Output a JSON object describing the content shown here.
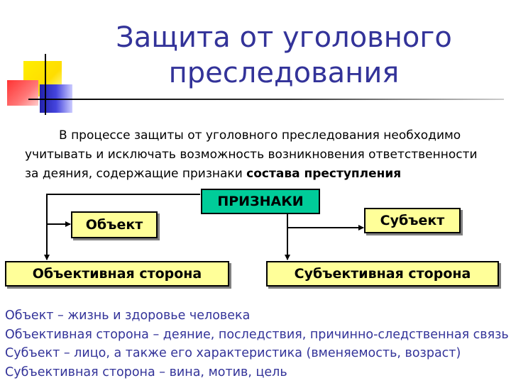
{
  "title_line1": "Защита от уголовного",
  "title_line2": "преследования",
  "paragraph": {
    "text": "В процессе защиты от уголовного преследования необходимо учитывать и исключать возможность возникновения ответственности за деяния, содержащие признаки ",
    "bold": "состава преступления"
  },
  "diagram": {
    "center": "ПРИЗНАКИ",
    "object": "Объект",
    "subject": "Субъект",
    "objective_side": "Объективная сторона",
    "subjective_side": "Субъективная сторона"
  },
  "definitions": [
    "Объект – жизнь и здоровье человека",
    "Объективная сторона – деяние, последствия, причинно-следственная связь",
    "Субъект – лицо, а также его характеристика (вменяемость, возраст)",
    "Субъективная сторона – вина, мотив, цель"
  ],
  "colors": {
    "title": "#333399",
    "box_fill": "#ffff99",
    "center_fill": "#00cc99",
    "definitions": "#333399"
  }
}
